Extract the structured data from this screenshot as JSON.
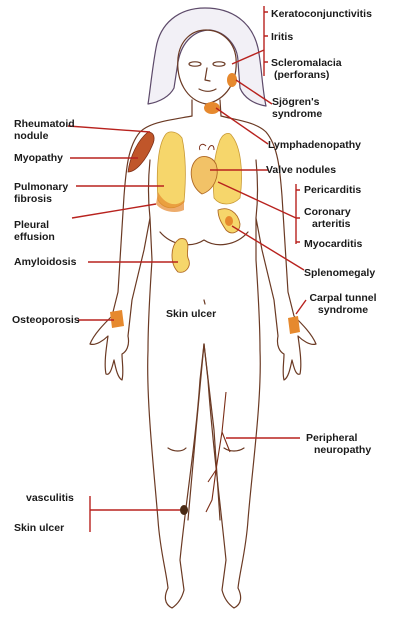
{
  "colors": {
    "line": "#b8221e",
    "organ_yellow": "#f6d66b",
    "organ_orange": "#e6892e",
    "muscle": "#c0562a",
    "outline": "#6b3a24"
  },
  "labels": {
    "keratoconjunctivitis": "Keratoconjunctivitis",
    "iritis": "Iritis",
    "scleromalacia": "Scleromalacia",
    "perforans": "(perforans)",
    "sjogren": "Sjögren's",
    "syndrome1": "syndrome",
    "rheumatoid": "Rheumatoid",
    "nodule": "nodule",
    "lymphadenopathy": "Lymphadenopathy",
    "myopathy": "Myopathy",
    "valve_nodules": "Valve nodules",
    "pulmonary": "Pulmonary",
    "fibrosis": "fibrosis",
    "pericarditis": "Pericarditis",
    "coronary": "Coronary",
    "arteritis": "arteritis",
    "pleural": "Pleural",
    "effusion": "effusion",
    "myocarditis": "Myocarditis",
    "amyloidosis": "Amyloidosis",
    "splenomegaly": "Splenomegaly",
    "carpal_tunnel": "Carpal tunnel",
    "syndrome2": "syndrome",
    "osteoporosis": "Osteoporosis",
    "skin_ulcer_center": "Skin ulcer",
    "peripheral": "Peripheral",
    "neuropathy": "neuropathy",
    "vasculitis": "vasculitis",
    "skin_ulcer_left": "Skin ulcer"
  }
}
